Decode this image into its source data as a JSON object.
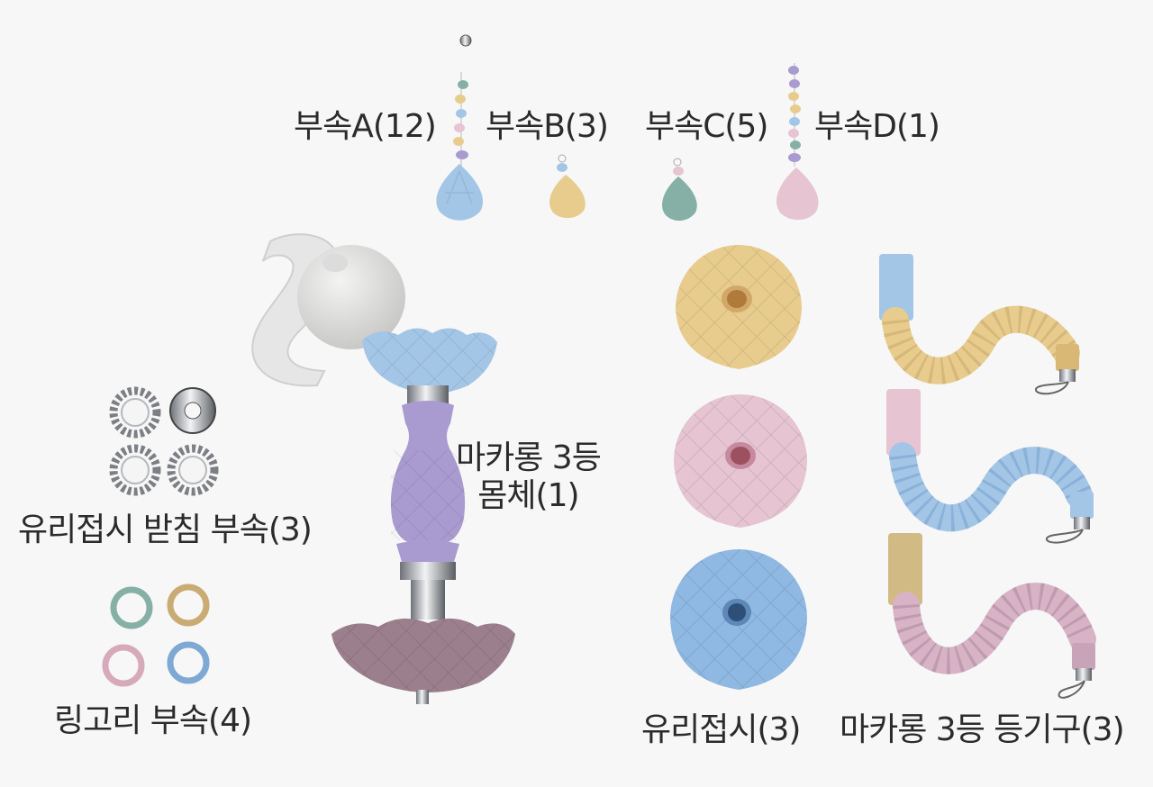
{
  "parts": {
    "pendant_a": "부속A(12)",
    "pendant_b": "부속B(3)",
    "pendant_c": "부속C(5)",
    "pendant_d": "부속D(1)",
    "body_line1": "마카롱 3등",
    "body_line2": "몸체(1)",
    "glass_holder": "유리접시 받침 부속(3)",
    "ring": "링고리 부속(4)",
    "glass_dish": "유리접시(3)",
    "arm": "마카롱 3등 등기구(3)"
  },
  "colors": {
    "background": "#f7f7f7",
    "text": "#2b2b2b",
    "blue": "#a4c6e6",
    "yellow": "#e8cc8e",
    "mint": "#86b0a6",
    "pink": "#e6c4d2",
    "lavender": "#a99bcf",
    "mauve": "#9c7f8c",
    "silver": "#c8cbd0"
  }
}
